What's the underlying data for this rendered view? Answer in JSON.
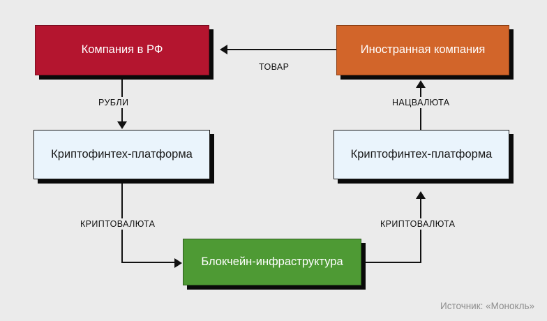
{
  "diagram": {
    "background_color": "#ebebeb",
    "nodes": [
      {
        "id": "company-rf",
        "label": "Компания в РФ",
        "color": "#b4152f",
        "text_color": "#ffffff"
      },
      {
        "id": "foreign-company",
        "label": "Иностранная компания",
        "color": "#d2652a",
        "text_color": "#ffffff"
      },
      {
        "id": "platform-left",
        "label": "Криптофинтех-платформа",
        "color": "#eaf4fc",
        "text_color": "#1a1a1a"
      },
      {
        "id": "platform-right",
        "label": "Криптофинтех-платформа",
        "color": "#eaf4fc",
        "text_color": "#1a1a1a"
      },
      {
        "id": "blockchain",
        "label": "Блокчейн-инфраструктура",
        "color": "#4e9a34",
        "text_color": "#ffffff"
      }
    ],
    "edges": [
      {
        "id": "goods",
        "label": "ТОВАР",
        "from": "foreign-company",
        "to": "company-rf",
        "direction": "left"
      },
      {
        "id": "rubles",
        "label": "РУБЛИ",
        "from": "company-rf",
        "to": "platform-left",
        "direction": "down"
      },
      {
        "id": "crypto-left",
        "label": "КРИПТОВАЛЮТА",
        "from": "platform-left",
        "to": "blockchain",
        "direction": "right"
      },
      {
        "id": "crypto-right",
        "label": "КРИПТОВАЛЮТА",
        "from": "blockchain",
        "to": "platform-right",
        "direction": "up"
      },
      {
        "id": "national-currency",
        "label": "НАЦВАЛЮТА",
        "from": "platform-right",
        "to": "foreign-company",
        "direction": "up"
      }
    ],
    "source_note": "Источник: «Монокль»"
  }
}
